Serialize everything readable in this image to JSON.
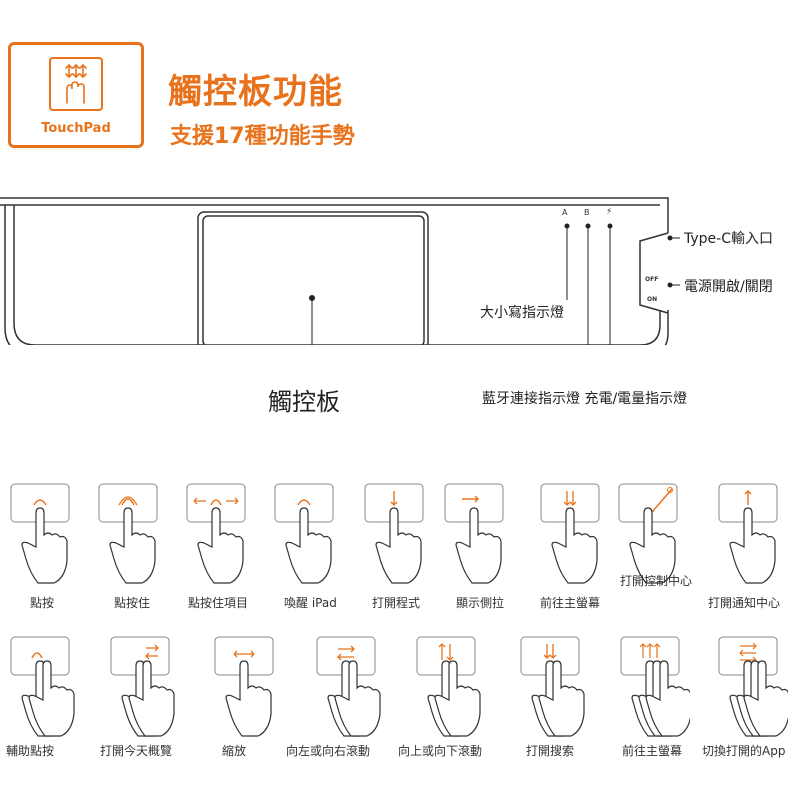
{
  "header": {
    "logo_text": "TouchPad",
    "title": "觸控板功能",
    "subtitle": "支援17種功能手勢"
  },
  "diagram": {
    "led_letters": [
      "A",
      "B",
      "⚡"
    ],
    "switch_off": "OFF",
    "switch_on": "ON",
    "labels": {
      "typec": "Type-C輸入口",
      "power": "電源開啟/關閉",
      "caps": "大小寫指示燈",
      "bt_charge": "藍牙連接指示燈 充電/電量指示燈",
      "touchpad": "觸控板"
    }
  },
  "gestures_row1": [
    {
      "label": "點按",
      "icon": "one-finger-tap-icon"
    },
    {
      "label": "點按住",
      "icon": "one-finger-hold-icon"
    },
    {
      "label": "點按住項目",
      "icon": "tap-hold-drag-icon"
    },
    {
      "label": "喚醒 iPad",
      "icon": "wake-tap-icon"
    },
    {
      "label": "打開程式",
      "icon": "swipe-down-icon"
    },
    {
      "label": "顯示側拉",
      "icon": "swipe-right-icon"
    },
    {
      "label": "前往主螢幕",
      "icon": "two-finger-down-icon"
    },
    {
      "label": "打開控制中心",
      "icon": "diagonal-swipe-icon"
    },
    {
      "label": "打開通知中心",
      "icon": "swipe-up-icon"
    }
  ],
  "gestures_row2": [
    {
      "label": "輔助點按",
      "icon": "two-finger-tap-icon"
    },
    {
      "label": "打開今天概覽",
      "icon": "two-finger-horizontal-icon"
    },
    {
      "label": "縮放",
      "icon": "pinch-zoom-icon"
    },
    {
      "label": "向左或向右滾動",
      "icon": "horizontal-scroll-icon"
    },
    {
      "label": "向上或向下滾動",
      "icon": "vertical-scroll-icon"
    },
    {
      "label": "打開搜索",
      "icon": "two-finger-swipe-down-icon"
    },
    {
      "label": "前往主螢幕",
      "icon": "three-finger-up-icon"
    },
    {
      "label": "切換打開的App",
      "icon": "three-finger-horizontal-icon"
    }
  ],
  "colors": {
    "accent": "#e8731c",
    "line": "#333333",
    "pad_border": "#888888"
  }
}
